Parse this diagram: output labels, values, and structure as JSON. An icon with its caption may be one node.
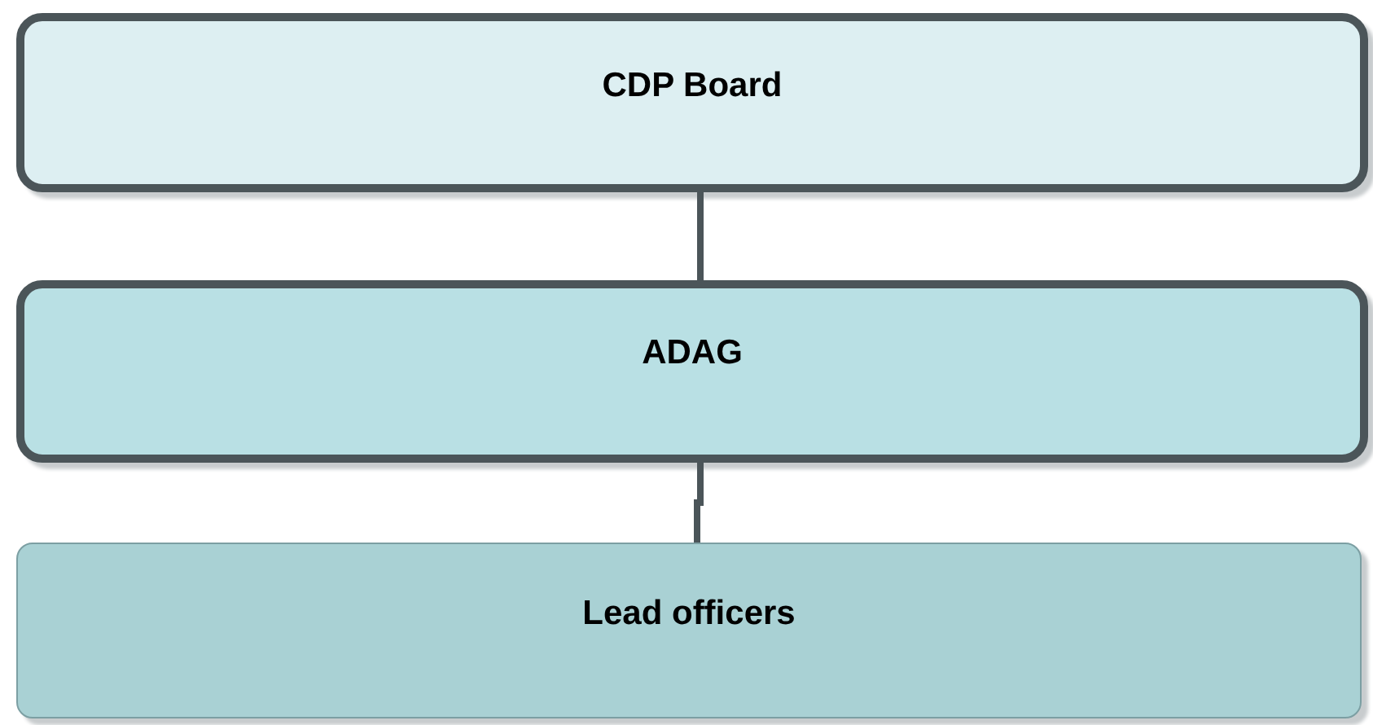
{
  "diagram": {
    "nodes": [
      {
        "text": [
          "CDP Board"
        ]
      },
      {
        "text": [
          "ADAG"
        ]
      },
      {
        "text": [
          "Lead officers"
        ]
      }
    ],
    "edges": [
      {
        "from": 0,
        "to": 1,
        "arrow": "none"
      },
      {
        "from": 1,
        "to": 2,
        "arrow": "none"
      }
    ]
  }
}
